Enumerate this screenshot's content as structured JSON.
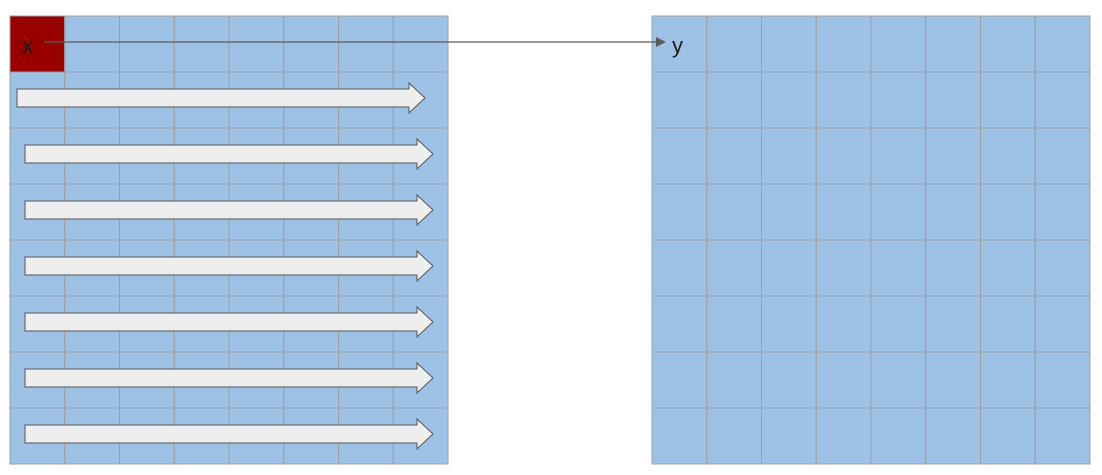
{
  "diagram": {
    "source_grid": {
      "rows": 8,
      "cols": 8,
      "cell_color": "#9ec2e6",
      "line_color": "#9e9e9e",
      "highlight_color": "#990000",
      "highlight_cell": {
        "row": 0,
        "col": 0
      },
      "label": "x"
    },
    "target_grid": {
      "rows": 8,
      "cols": 8,
      "cell_color": "#9ec2e6",
      "line_color": "#9e9e9e",
      "label": "y"
    },
    "row_arrows": {
      "count": 7,
      "direction": "right",
      "fill_color": "#eeeeee",
      "stroke_color": "#555555"
    },
    "link_arrow": {
      "from": "x",
      "to": "y",
      "color": "#5a5a5a"
    }
  }
}
